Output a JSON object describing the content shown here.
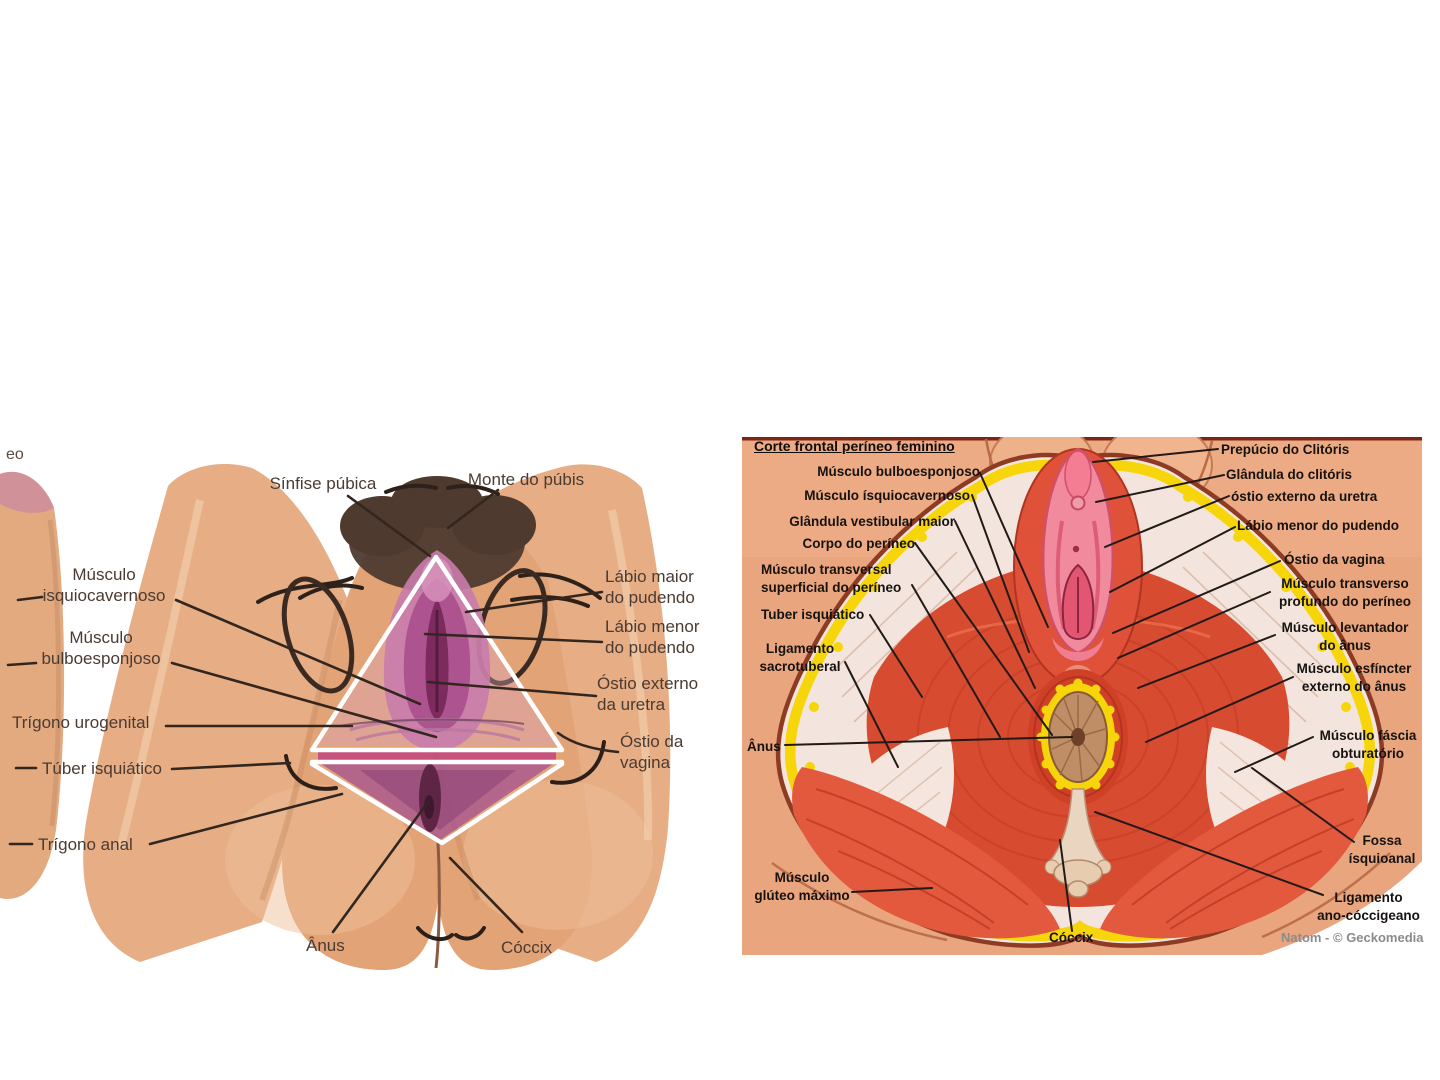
{
  "colors": {
    "background": "#ffffff",
    "skin": "#e8a87f",
    "skin_light": "#f2c4a0",
    "muscle_red": "#d74b30",
    "fat_yellow": "#f6d50a",
    "vulva_pink": "#f28a9e",
    "vulva_magenta": "#ad5490",
    "overlay_white": "#ffffff",
    "left_label_color": "#4a3b33",
    "right_label_color": "#161210",
    "credit_gray": "#8b8b8b"
  },
  "left_figure": {
    "edge_fragment": "eo",
    "labels": {
      "sinfise_pubica": "Sínfise púbica",
      "monte_do_pubis": "Monte do púbis",
      "musculo_isquiocavernoso": "Músculo\nisquiocavernoso",
      "musculo_bulboesponjoso": "Músculo\nbulboesponjoso",
      "trigono_urogenital": "Trígono urogenital",
      "tuber_isquiatico": "Túber isquiático",
      "trigono_anal": "Trígono anal",
      "labio_maior_do_pudendo": "Lábio maior\ndo pudendo",
      "labio_menor_do_pudendo": "Lábio menor\ndo pudendo",
      "ostio_externo_da_uretra": "Óstio externo\nda uretra",
      "ostio_da_vagina": "Óstio da\nvagina",
      "anus": "Ânus",
      "coccix": "Cóccix"
    }
  },
  "right_figure": {
    "title": "Corte frontal períneo feminino",
    "credit": "Natom - © Geckomedia",
    "labels": {
      "musculo_bulboesponjoso": "Músculo bulboesponjoso",
      "musculo_isquiocavernoso": "Músculo ísquiocavernoso",
      "glandula_vestibular_maior": "Glândula vestibular maior",
      "corpo_do_perineo": "Corpo do períneo",
      "musculo_transversal_superficial": "Músculo transversal\nsuperficial do períneo",
      "tuber_isquiatico": "Tuber isquiático",
      "ligamento_sacrotuberal": "Ligamento\nsacrotuberal",
      "anus": "Ânus",
      "musculo_gluteo_maximo": "Músculo\nglúteo máximo",
      "coccix": "Cóccix",
      "prepucio_do_clitoris": "Prepúcio do Clitóris",
      "glandula_do_clitoris": "Glândula do clitóris",
      "ostio_externo_da_uretra": "óstio externo da uretra",
      "labio_menor_do_pudendo": "Lábio menor do pudendo",
      "ostio_da_vagina": "Óstio da vagina",
      "musculo_transverso_profundo": "Músculo transverso\nprofundo do períneo",
      "musculo_levantador_do_anus": "Músculo levantador\ndo ânus",
      "musculo_esfincter_externo": "Músculo esfíncter\nexterno do ânus",
      "musculo_fascia_obturatorio": "Músculo fáscia\nobturatório",
      "fossa_isquioanal": "Fossa\nísquioanal",
      "ligamento_ano_coccigeano": "Ligamento\nano-cóccigeano"
    }
  }
}
